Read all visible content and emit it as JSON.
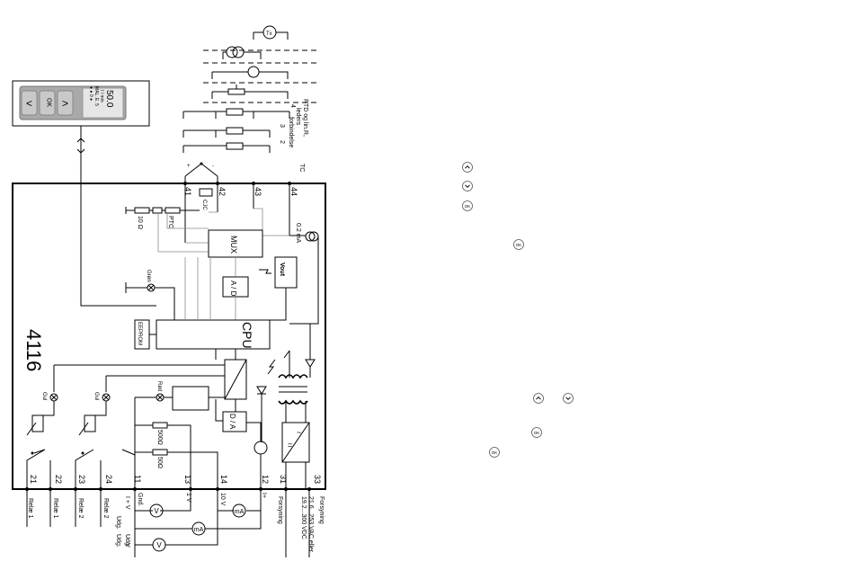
{
  "device": {
    "model": "4116",
    "display": {
      "value": "50.0",
      "unit": "I / min",
      "tag": "MAL. E. 5",
      "status": "● ● 0 ●"
    },
    "keys": {
      "left": "<",
      "ok": "OK",
      "right": ">"
    }
  },
  "blocks": {
    "mux": "MUX",
    "ad": "A / D",
    "cpu": "CPU",
    "eeprom": "EEPROM",
    "da": "D / A",
    "vlimit": "Vout"
  },
  "components": {
    "r10": "10 Ω",
    "ptc": "PTC",
    "cjc": "CJC",
    "current": "0.2 mA",
    "green": "Grøn",
    "yellow1": "Gul",
    "yellow2": "Gul",
    "red": "Rød",
    "r500_1": "500Ω",
    "r500_2": "50Ω"
  },
  "inputs": {
    "rtd": "RTD og lin.R,",
    "leads": "leders",
    "connection": "forbindelse",
    "n4": "4",
    "n3": "3",
    "n2": "2",
    "tc": "TC"
  },
  "terminals": {
    "t41": "41",
    "t42": "42",
    "t43": "43",
    "t44": "44",
    "t21": "21",
    "t22": "22",
    "t23": "23",
    "t24": "24",
    "t11": "11",
    "t13": "13",
    "t14": "14",
    "t12": "12",
    "t31": "31",
    "t33": "33"
  },
  "bottom": {
    "relay1a": "Relæ 1",
    "relay1b": "Relæ 1",
    "relay2a": "Relæ 2",
    "relay2b": "Relæ 2",
    "gnd": "Gnd.",
    "v1": "1 V",
    "v10": "10 V",
    "iplus": "I+",
    "ov": "I + V",
    "out1": "Udg.",
    "out2": "Udg.",
    "out3": "Udg.",
    "uv": "V",
    "feed1": "Forsyning",
    "feed2": "Forsyning",
    "ac": "21.6...253 VAC eller",
    "dc": "19.2...300 VDC",
    "plus": "+",
    "minus": "-"
  },
  "meters": {
    "v": "V",
    "ma": "mA",
    "ma2": "mA",
    "v2": "V"
  },
  "nav_buttons": {
    "up": "up-icon",
    "down": "down-icon",
    "ok": "OK"
  }
}
